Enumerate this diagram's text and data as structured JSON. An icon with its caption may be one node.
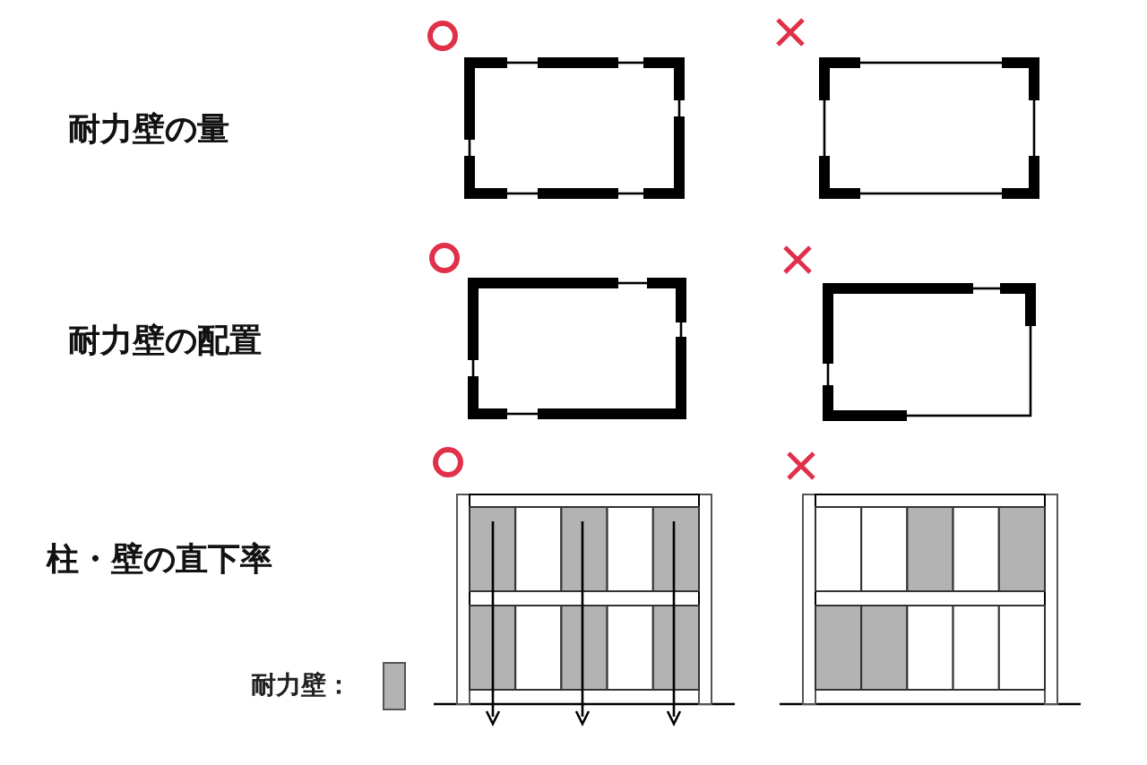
{
  "diagram": {
    "labels": [
      "耐力壁の量",
      "耐力壁の配置",
      "柱・壁の直下率"
    ],
    "legend": [
      {
        "text": "耐力壁：",
        "color": "#b3b3b3"
      }
    ]
  }
}
